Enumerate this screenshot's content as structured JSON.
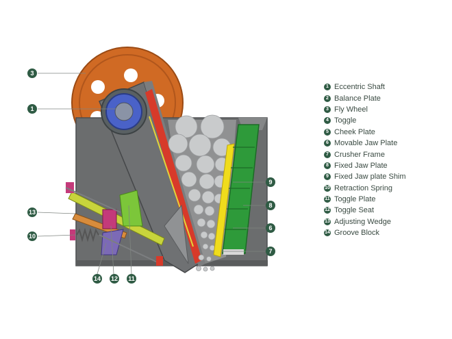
{
  "legend": [
    {
      "number": "1",
      "label": "Eccentric Shaft"
    },
    {
      "number": "2",
      "label": "Balance Plate"
    },
    {
      "number": "3",
      "label": "Fly Wheel"
    },
    {
      "number": "4",
      "label": "Toggle"
    },
    {
      "number": "5",
      "label": "Cheek Plate"
    },
    {
      "number": "6",
      "label": "Movable Jaw Plate"
    },
    {
      "number": "7",
      "label": "Crusher Frame"
    },
    {
      "number": "8",
      "label": "Fixed Jaw Plate"
    },
    {
      "number": "9",
      "label": "Fixed Jaw plate Shim"
    },
    {
      "number": "10",
      "label": "Retraction Spring"
    },
    {
      "number": "11",
      "label": "Toggle Plate"
    },
    {
      "number": "12",
      "label": "Toggle Seat"
    },
    {
      "number": "13",
      "label": "Adjusting Wedge"
    },
    {
      "number": "14",
      "label": "Groove Block"
    }
  ],
  "callouts": {
    "c3": "3",
    "c1": "1",
    "c13": "13",
    "c10": "10",
    "c14": "14",
    "c12": "12",
    "c11": "11",
    "c9": "9",
    "c8": "8",
    "c6": "6",
    "c7": "7"
  },
  "colors": {
    "badge": "#2f5b44",
    "frame": "#6b6d6e",
    "flywheel": "#d06a24",
    "fixed_jaw": "#2e9a3a",
    "shim": "#f0dc1c",
    "toggle_plate": "#c8d43c"
  }
}
